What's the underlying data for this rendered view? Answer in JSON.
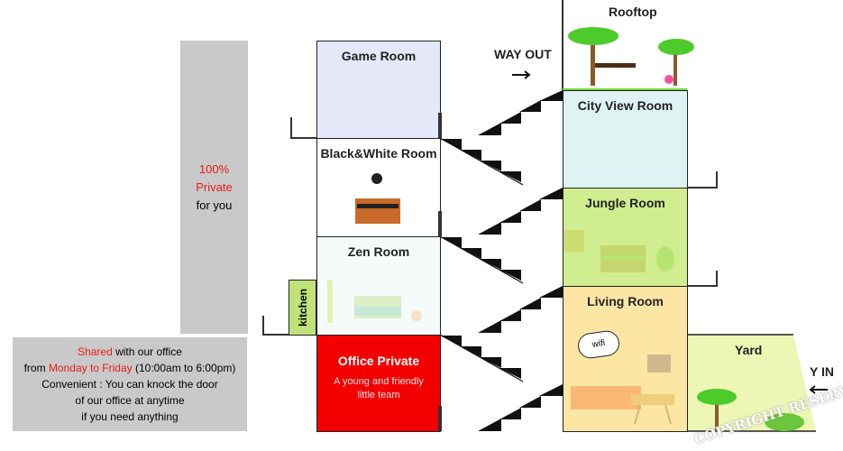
{
  "private_panel": {
    "line1": "100%",
    "line2": "Private",
    "line3": "for you"
  },
  "shared_panel": {
    "shared": "Shared",
    "line1_rest": " with our office",
    "from": "from ",
    "days": "Monday to Friday",
    "hours": " (10:00am to 6:00pm)",
    "line3": "Convenient : You can knock the door",
    "line4": "of our office at anytime",
    "line5": "if you need anything"
  },
  "rooms": {
    "game": "Game Room",
    "bw": "Black&White Room",
    "zen": "Zen Room",
    "kitchen": "kitchen",
    "office": "Office Private",
    "office_sub": "A young and friendly little team",
    "rooftop": "Rooftop",
    "cityview": "City View Room",
    "jungle": "Jungle Room",
    "living": "Living Room",
    "wifi": "wifi",
    "yard": "Yard"
  },
  "way_out": "WAY OUT",
  "way_in": "Y IN",
  "watermark": "COPYRIGHT RESERVERD",
  "colors": {
    "accent_red": "#e81b1b",
    "panel_grey": "#c9c9c9",
    "game": "#e4e8f8",
    "zen": "#eef8f6",
    "office": "#f20000",
    "city": "#dff4f2",
    "jungle": "#c8ea7c",
    "living": "#fde08c",
    "yard": "#eef6b5"
  }
}
